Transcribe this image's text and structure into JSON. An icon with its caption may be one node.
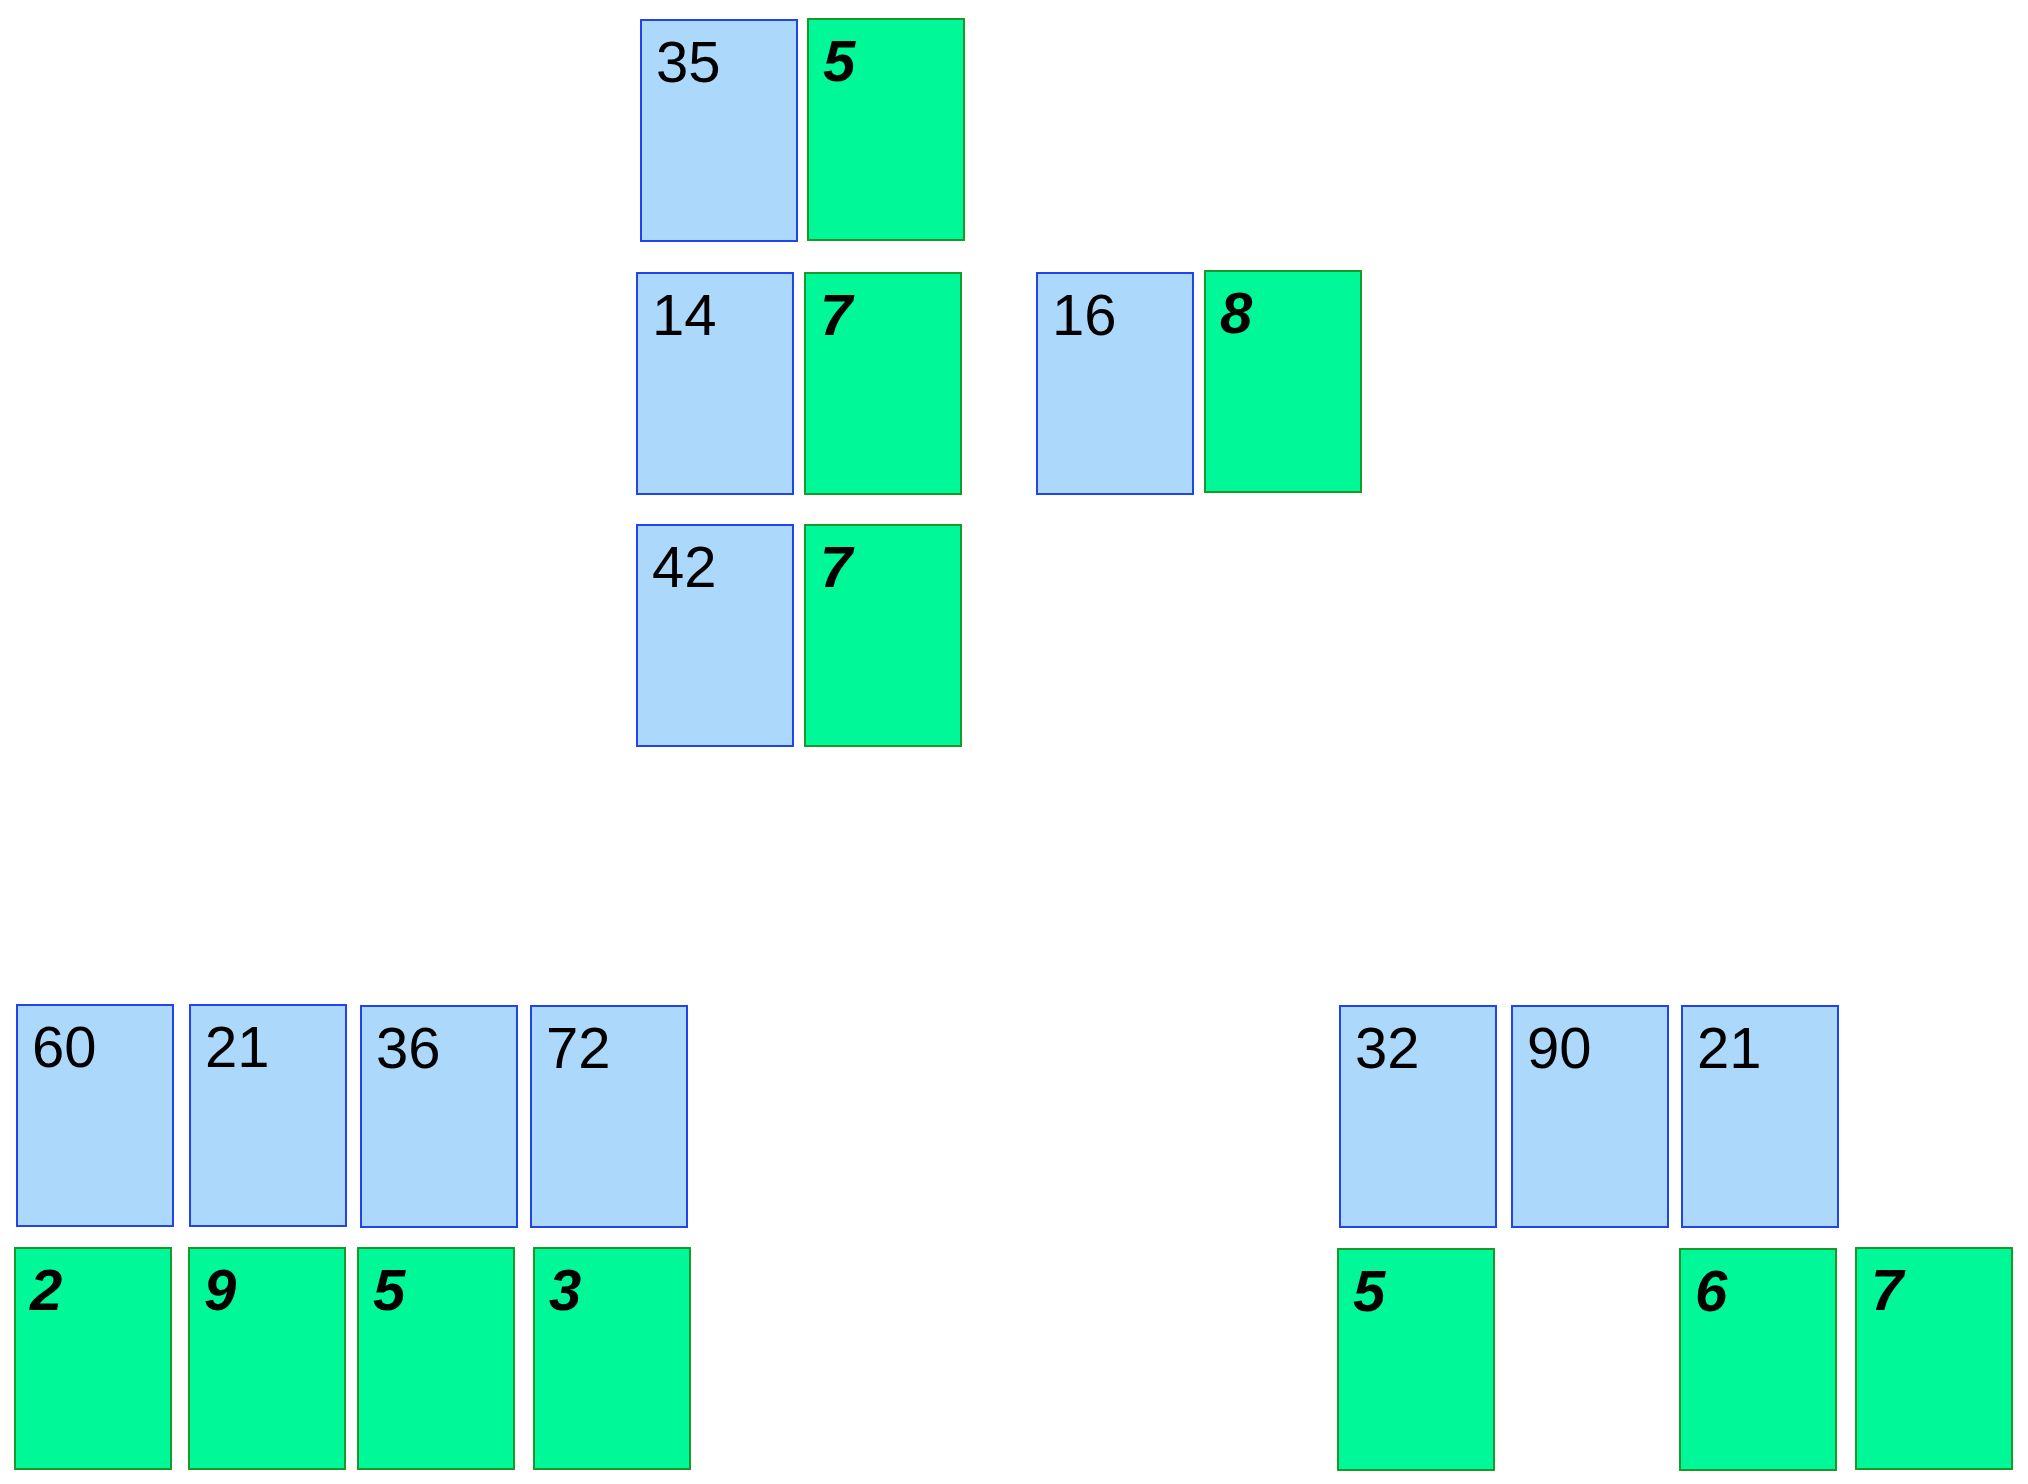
{
  "diagram": {
    "nodes": [
      {
        "text": [
          "35"
        ]
      },
      {
        "text": [
          "5"
        ]
      },
      {
        "text": [
          "14"
        ]
      },
      {
        "text": [
          "7"
        ]
      },
      {
        "text": [
          "16"
        ]
      },
      {
        "text": [
          "8"
        ]
      },
      {
        "text": [
          "42"
        ]
      },
      {
        "text": [
          "7"
        ]
      },
      {
        "text": [
          "60"
        ]
      },
      {
        "text": [
          "21"
        ]
      },
      {
        "text": [
          "36"
        ]
      },
      {
        "text": [
          "72"
        ]
      },
      {
        "text": [
          "32"
        ]
      },
      {
        "text": [
          "90"
        ]
      },
      {
        "text": [
          "21"
        ]
      },
      {
        "text": [
          "2"
        ]
      },
      {
        "text": [
          "9"
        ]
      },
      {
        "text": [
          "5"
        ]
      },
      {
        "text": [
          "3"
        ]
      },
      {
        "text": [
          "5"
        ]
      },
      {
        "text": [
          "6"
        ]
      },
      {
        "text": [
          "7"
        ]
      }
    ]
  }
}
